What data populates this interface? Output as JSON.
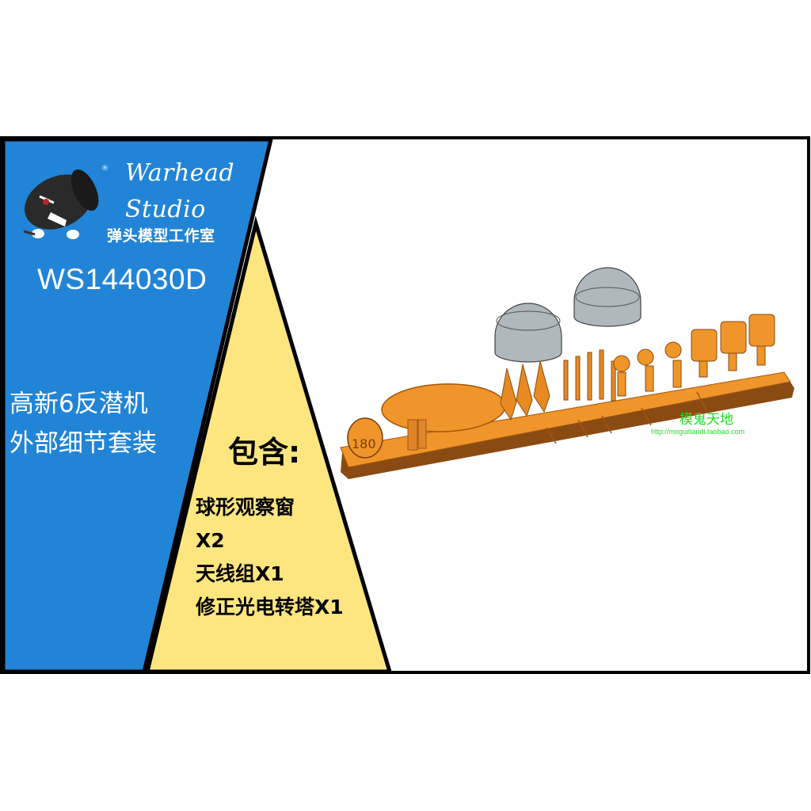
{
  "brand": {
    "name_line1": "Warhead",
    "name_line2": "Studio",
    "name_cn": "弹头模型工作室",
    "registered_mark": "®",
    "logo_icon": "angry-bullet-mascot-icon"
  },
  "product": {
    "sku": "WS144030D",
    "title_line1": "高新6反潜机",
    "title_line2": "外部细节套装"
  },
  "contents": {
    "heading": "包含:",
    "items": [
      {
        "label": "球形观察窗"
      },
      {
        "label": "X2"
      },
      {
        "label": "天线组X1"
      },
      {
        "label": "修正光电转塔X1"
      }
    ]
  },
  "render": {
    "description": "orange 3D-printed parts sprue with two transparent grey domes",
    "part_color": "#f0952a",
    "dome_color": "#9aa6ad"
  },
  "watermark": {
    "text_cn": "模鬼天地",
    "url": "http://moguitiandi.taobao.com"
  },
  "colors": {
    "blue_panel": "#2284d6",
    "yellow_panel": "#fde680",
    "border": "#000000"
  }
}
